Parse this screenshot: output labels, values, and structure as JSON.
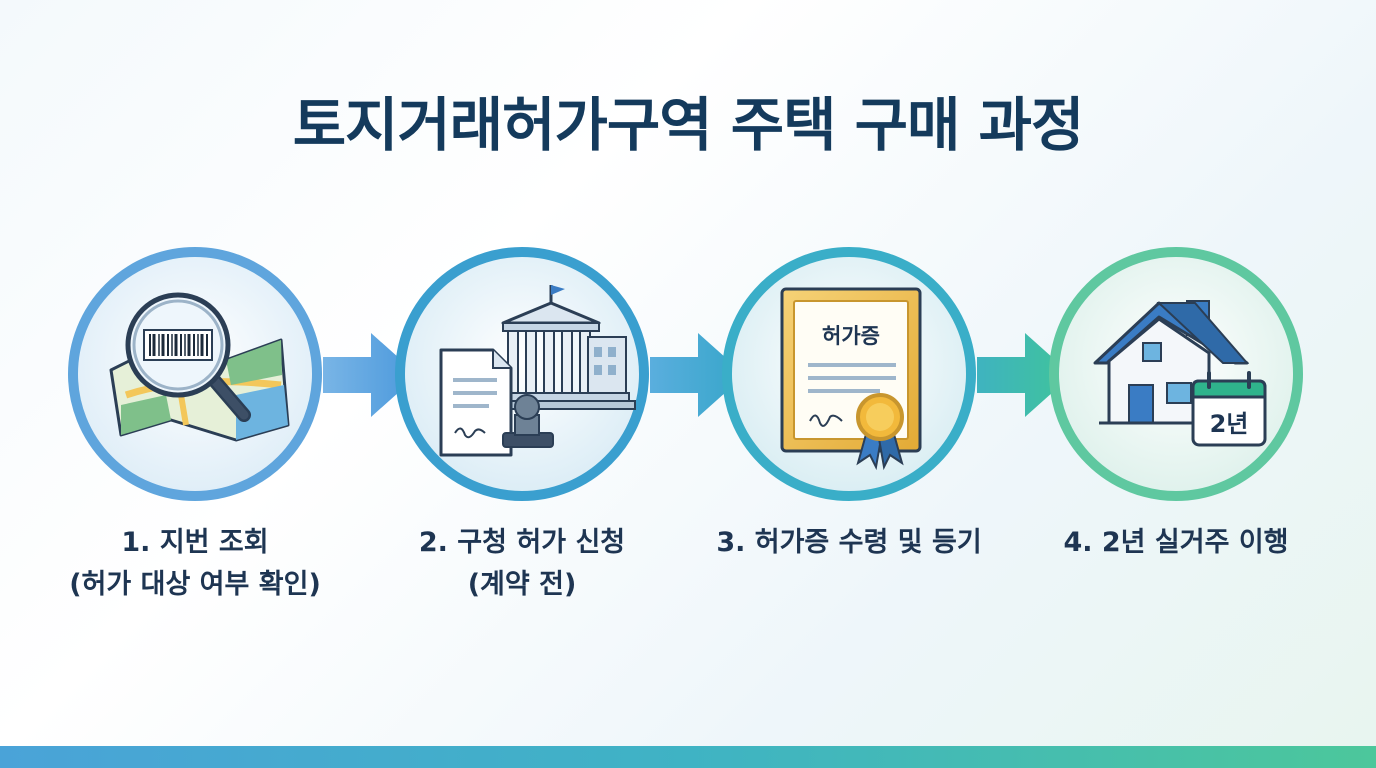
{
  "title": "토지거래허가구역 주택 구매 과정",
  "colors": {
    "title": "#143a5c",
    "step1_ring": "#5fa5dd",
    "step2_ring": "#3a9fcf",
    "step3_ring": "#3aaec8",
    "step4_ring": "#5fc8a0",
    "arrow_start": "#4a98dc",
    "arrow_end": "#3fc49a"
  },
  "steps": [
    {
      "icons": [
        "map-icon",
        "magnifier-icon",
        "barcode-icon"
      ],
      "line1": "1. 지번 조회",
      "line2": "(허가 대상 여부 확인)"
    },
    {
      "icons": [
        "document-icon",
        "government-building-icon",
        "stamp-icon"
      ],
      "line1": "2. 구청 허가 신청",
      "line2": "(계약 전)"
    },
    {
      "icons": [
        "certificate-icon",
        "seal-icon"
      ],
      "certificate_text": "허가증",
      "line1": "3. 허가증 수령 및 등기"
    },
    {
      "icons": [
        "house-icon",
        "calendar-icon"
      ],
      "calendar_text": "2년",
      "line1": "4. 2년 실거주 이행"
    }
  ]
}
